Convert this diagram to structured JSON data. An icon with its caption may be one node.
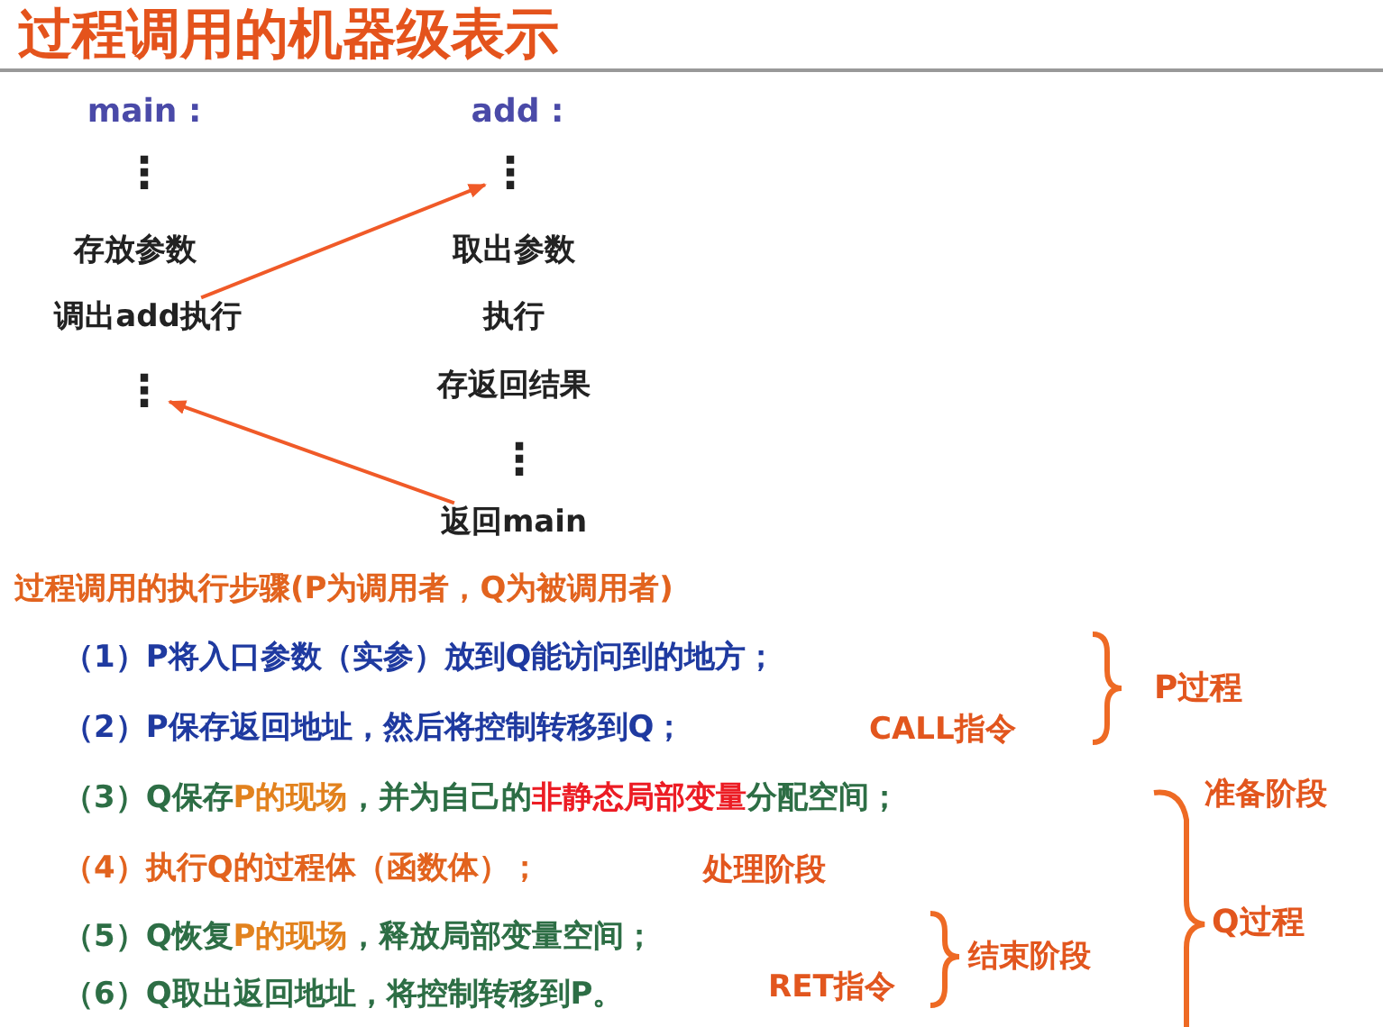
{
  "diagram": {
    "title": "过程调用的机器级表示",
    "nodes": [
      {
        "text": [
          "main :"
        ]
      },
      {
        "text": [
          "⋮"
        ]
      },
      {
        "text": [
          "存放参数"
        ]
      },
      {
        "text": [
          "调出add执行"
        ]
      },
      {
        "text": [
          "⋮"
        ]
      },
      {
        "text": [
          "add :"
        ]
      },
      {
        "text": [
          "⋮"
        ]
      },
      {
        "text": [
          "取出参数"
        ]
      },
      {
        "text": [
          "执行"
        ]
      },
      {
        "text": [
          "存返回结果"
        ]
      },
      {
        "text": [
          "⋮"
        ]
      },
      {
        "text": [
          "返回main"
        ]
      }
    ],
    "edges": [
      {
        "from": 3,
        "to": 6,
        "arrow": "to"
      },
      {
        "from": 11,
        "to": 4,
        "arrow": "to"
      }
    ],
    "labels": [
      "过程调用的执行步骤(P为调用者，Q为被调用者)",
      "（1）P将入口参数（实参）放到Q能访问到的地方；",
      "P过程",
      "（2）P保存返回地址，然后将控制转移到Q；",
      "CALL指令",
      "（3）Q保存**P的现场**，并为自己的**非静态局部变量**分配空间；",
      "准备阶段",
      "（4）执行Q的过程体（函数体）；",
      "处理阶段",
      "（5）Q恢复**P的现场**，释放局部变量空间；",
      "结束阶段",
      "Q过程",
      "（6）Q取出返回地址，将控制转移到P。",
      "RET指令"
    ]
  }
}
